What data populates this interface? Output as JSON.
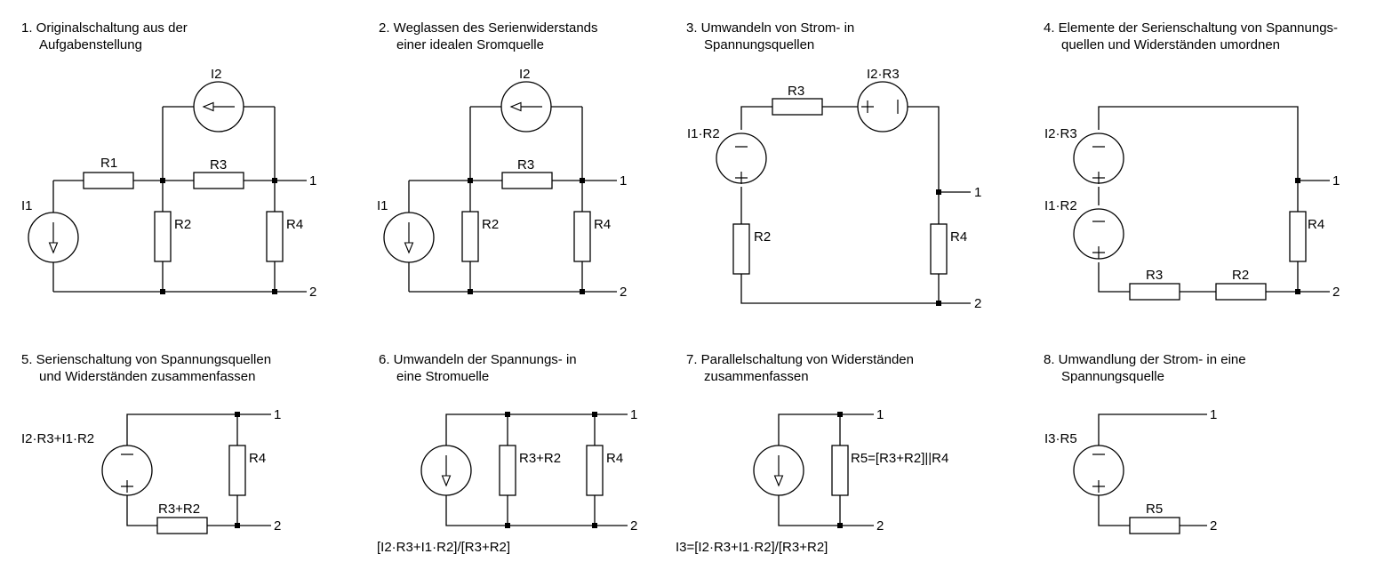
{
  "panels": [
    {
      "title1": "1. Originalschaltung aus der",
      "title2": "Aufgabenstellung",
      "labels": {
        "I2": "I2",
        "R1": "R1",
        "R3": "R3",
        "I1": "I1",
        "R2": "R2",
        "R4": "R4",
        "n1": "1",
        "n2": "2"
      }
    },
    {
      "title1": "2. Weglassen des Serienwiderstands",
      "title2": "einer idealen Sromquelle",
      "labels": {
        "I2": "I2",
        "R3": "R3",
        "I1": "I1",
        "R2": "R2",
        "R4": "R4",
        "n1": "1",
        "n2": "2"
      }
    },
    {
      "title1": "3. Umwandeln von Strom- in",
      "title2": "Spannungsquellen",
      "labels": {
        "R3": "R3",
        "I2R3": "I2·R3",
        "I1R2": "I1·R2",
        "R2": "R2",
        "R4": "R4",
        "n1": "1",
        "n2": "2"
      }
    },
    {
      "title1": "4. Elemente der Serienschaltung von Spannungs-",
      "title2": "quellen und Widerständen umordnen",
      "labels": {
        "I2R3": "I2·R3",
        "I1R2": "I1·R2",
        "R4": "R4",
        "R3": "R3",
        "R2": "R2",
        "n1": "1",
        "n2": "2"
      }
    },
    {
      "title1": "5. Serienschaltung von Spannungsquellen",
      "title2": "und Widerständen zusammenfassen",
      "labels": {
        "src": "I2·R3+I1·R2",
        "R4": "R4",
        "R32": "R3+R2",
        "n1": "1",
        "n2": "2"
      }
    },
    {
      "title1": "6. Umwandeln der Spannungs- in",
      "title2": "eine Stromuelle",
      "labels": {
        "R32": "R3+R2",
        "R4": "R4",
        "bottom": "[I2·R3+I1·R2]/[R3+R2]",
        "n1": "1",
        "n2": "2"
      }
    },
    {
      "title1": "7. Parallelschaltung von Widerständen",
      "title2": "zusammenfassen",
      "labels": {
        "R5": "R5=[R3+R2]||R4",
        "bottom": "I3=[I2·R3+I1·R2]/[R3+R2]",
        "n1": "1",
        "n2": "2"
      }
    },
    {
      "title1": "8. Umwandlung der Strom- in eine",
      "title2": "Spannungsquelle",
      "labels": {
        "src": "I3·R5",
        "R5": "R5",
        "n1": "1",
        "n2": "2"
      }
    }
  ]
}
